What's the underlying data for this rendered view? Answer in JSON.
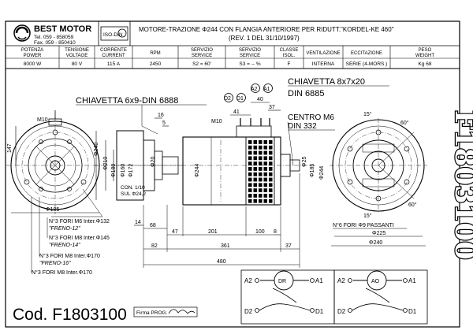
{
  "title_block": {
    "company": "BEST MOTOR",
    "tel": "Tel. 059 - 858059",
    "fax": "Fax. 059 - 850410",
    "iso": "ISO-DIN",
    "description": "MOTORE-TRAZIONE Φ244 CON FLANGIA ANTERIORE PER RIDUTT.\"KORDEL-KE 460\"",
    "revision": "(REV. 1 DEL 31/10/1997)"
  },
  "spec_table": {
    "headers": [
      [
        "POTENZA",
        "POWER"
      ],
      [
        "TENSIONE",
        "VOLTAGE"
      ],
      [
        "CORRENTE",
        "CURRENT"
      ],
      [
        "RPM",
        ""
      ],
      [
        "SERVIZIO",
        "SERVICE"
      ],
      [
        "SERVIZIO",
        "SERVICE"
      ],
      [
        "CLASSE",
        "ISOL."
      ],
      [
        "VENTILAZIONE",
        ""
      ],
      [
        "ECCITAZIONE",
        ""
      ],
      [
        "PESO",
        "WEIGHT"
      ]
    ],
    "values": [
      "8000 W",
      "80 V",
      "115 A",
      "2450",
      "S2 = 60'",
      "S3 = -- %",
      "F",
      "INTERNA",
      "SERIE (4-MORS.)",
      "Kg 68"
    ]
  },
  "labels": {
    "key_small": "CHIAVETTA 6x9-DIN 6888",
    "key_large_1": "CHIAVETTA 8x7x20",
    "key_large_2": "DIN 6885",
    "center_1": "CENTRO M6",
    "center_2": "DIN 332",
    "cone_1": "CON. 1/10",
    "cone_2": "SUL Φ24,2",
    "holes_1": "N°3 FORI M6 Inter.Φ132",
    "holes_1b": "\"FRENO-12\"",
    "holes_2": "N°3 FORI M8 Inter.Φ145",
    "holes_2b": "\"FRENO-14\"",
    "holes_3": "N°3 FORI M8 Inter.Φ170",
    "holes_3b": "\"FRENO-16\"",
    "holes_rear": "N°6 FORI Φ9 PASSANTI",
    "code": "Cod. F1803100",
    "signature_label": "Firma PROG.",
    "vertical_code": "F1803100"
  },
  "terminals": [
    "D2",
    "D1",
    "A2",
    "A1"
  ],
  "dims": {
    "m10_left": "M10",
    "d147": "147",
    "d185_left": "Φ185",
    "d240": "Φ240",
    "d210": "Φ210",
    "d180": "Φ180",
    "d160": "Φ160",
    "d172": "Φ172",
    "d20": "Φ20",
    "d16": "16",
    "d5": "5",
    "d14": "14",
    "d68": "68",
    "d47": "47",
    "d201": "201",
    "d100": "100",
    "d8": "8",
    "d82": "82",
    "d361": "361",
    "d37b": "37",
    "d480": "480",
    "d244": "Φ244",
    "m10_top": "M10",
    "d41": "41",
    "d40": "40",
    "d37": "37",
    "d25": "Φ25",
    "d185": "Φ185",
    "d244_r": "Φ244",
    "a15": "15°",
    "a60": "60°",
    "a15b": "15°",
    "a60b": "60°",
    "d225": "Φ225",
    "d240_r": "Φ240"
  },
  "schematic": {
    "left_label": "DR",
    "right_label": "AO"
  }
}
